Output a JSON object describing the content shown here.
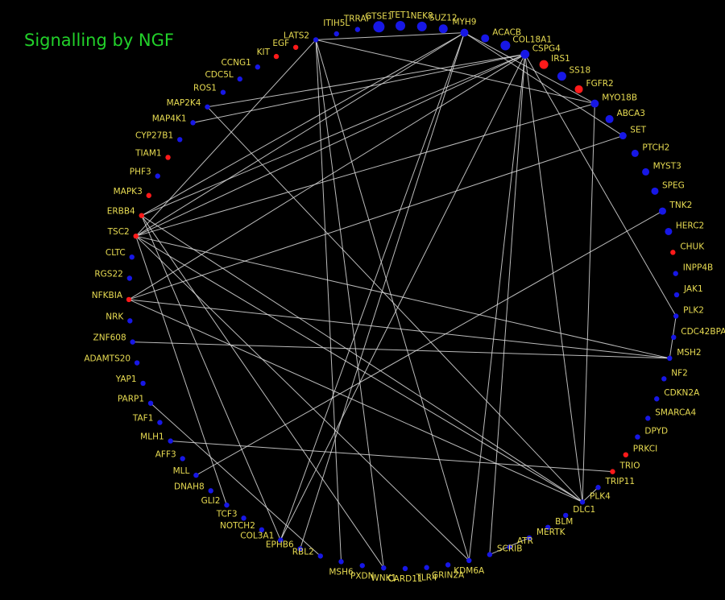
{
  "title": "Signalling by NGF",
  "colors": {
    "background": "#000000",
    "title": "#22d12a",
    "label": "#e8dc52",
    "node_default": "#1717e6",
    "node_highlight": "#ff1a1a",
    "edge": "#dcdcdc"
  },
  "nodes": [
    {
      "id": "GTSE1",
      "color": "blue"
    },
    {
      "id": "TET1",
      "color": "blue"
    },
    {
      "id": "NEK8",
      "color": "blue"
    },
    {
      "id": "SUZ12",
      "color": "blue"
    },
    {
      "id": "MYH9",
      "color": "blue"
    },
    {
      "id": "ACACB",
      "color": "blue"
    },
    {
      "id": "COL18A1",
      "color": "blue"
    },
    {
      "id": "CSPG4",
      "color": "blue"
    },
    {
      "id": "IRS1",
      "color": "red"
    },
    {
      "id": "SS18",
      "color": "blue"
    },
    {
      "id": "FGFR2",
      "color": "red"
    },
    {
      "id": "MYO18B",
      "color": "blue"
    },
    {
      "id": "ABCA3",
      "color": "blue"
    },
    {
      "id": "SET",
      "color": "blue"
    },
    {
      "id": "PTCH2",
      "color": "blue"
    },
    {
      "id": "MYST3",
      "color": "blue"
    },
    {
      "id": "SPEG",
      "color": "blue"
    },
    {
      "id": "TNK2",
      "color": "blue"
    },
    {
      "id": "HERC2",
      "color": "blue"
    },
    {
      "id": "CHUK",
      "color": "red"
    },
    {
      "id": "INPP4B",
      "color": "blue"
    },
    {
      "id": "JAK1",
      "color": "blue"
    },
    {
      "id": "PLK2",
      "color": "blue"
    },
    {
      "id": "CDC42BPA",
      "color": "blue"
    },
    {
      "id": "MSH2",
      "color": "blue"
    },
    {
      "id": "NF2",
      "color": "blue"
    },
    {
      "id": "CDKN2A",
      "color": "blue"
    },
    {
      "id": "SMARCA4",
      "color": "blue"
    },
    {
      "id": "DPYD",
      "color": "blue"
    },
    {
      "id": "PRKCI",
      "color": "red"
    },
    {
      "id": "TRIO",
      "color": "red"
    },
    {
      "id": "TRIP11",
      "color": "blue"
    },
    {
      "id": "PLK4",
      "color": "blue"
    },
    {
      "id": "DLC1",
      "color": "blue"
    },
    {
      "id": "BLM",
      "color": "blue"
    },
    {
      "id": "MERTK",
      "color": "blue"
    },
    {
      "id": "ATR",
      "color": "blue"
    },
    {
      "id": "SCRIB",
      "color": "blue"
    },
    {
      "id": "KDM6A",
      "color": "blue"
    },
    {
      "id": "GRIN2A",
      "color": "blue"
    },
    {
      "id": "TLR4",
      "color": "blue"
    },
    {
      "id": "CARD11",
      "color": "blue"
    },
    {
      "id": "WNK1",
      "color": "blue"
    },
    {
      "id": "PXDN",
      "color": "blue"
    },
    {
      "id": "MSH6",
      "color": "blue"
    },
    {
      "id": "RBL2",
      "color": "blue"
    },
    {
      "id": "EPHB6",
      "color": "blue"
    },
    {
      "id": "COL3A1",
      "color": "blue"
    },
    {
      "id": "NOTCH2",
      "color": "blue"
    },
    {
      "id": "TCF3",
      "color": "blue"
    },
    {
      "id": "GLI2",
      "color": "blue"
    },
    {
      "id": "DNAH8",
      "color": "blue"
    },
    {
      "id": "MLL",
      "color": "blue"
    },
    {
      "id": "AFF3",
      "color": "blue"
    },
    {
      "id": "MLH1",
      "color": "blue"
    },
    {
      "id": "TAF1",
      "color": "blue"
    },
    {
      "id": "PARP1",
      "color": "blue"
    },
    {
      "id": "YAP1",
      "color": "blue"
    },
    {
      "id": "ADAMTS20",
      "color": "blue"
    },
    {
      "id": "ZNF608",
      "color": "blue"
    },
    {
      "id": "NRK",
      "color": "blue"
    },
    {
      "id": "NFKBIA",
      "color": "red"
    },
    {
      "id": "RGS22",
      "color": "blue"
    },
    {
      "id": "CLTC",
      "color": "blue"
    },
    {
      "id": "TSC2",
      "color": "red"
    },
    {
      "id": "ERBB4",
      "color": "red"
    },
    {
      "id": "MAPK3",
      "color": "red"
    },
    {
      "id": "PHF3",
      "color": "blue"
    },
    {
      "id": "TIAM1",
      "color": "red"
    },
    {
      "id": "CYP27B1",
      "color": "blue"
    },
    {
      "id": "MAP4K1",
      "color": "blue"
    },
    {
      "id": "MAP2K4",
      "color": "blue"
    },
    {
      "id": "ROS1",
      "color": "blue"
    },
    {
      "id": "CDC5L",
      "color": "blue"
    },
    {
      "id": "CCNG1",
      "color": "blue"
    },
    {
      "id": "KIT",
      "color": "red"
    },
    {
      "id": "EGF",
      "color": "red"
    },
    {
      "id": "LATS2",
      "color": "blue"
    },
    {
      "id": "ITIH5L",
      "color": "blue"
    },
    {
      "id": "TRRAP",
      "color": "blue"
    }
  ],
  "edges": [
    [
      "CSPG4",
      "ERBB4"
    ],
    [
      "CSPG4",
      "TSC2"
    ],
    [
      "CSPG4",
      "NFKBIA"
    ],
    [
      "CSPG4",
      "MAP4K1"
    ],
    [
      "CSPG4",
      "PLK4"
    ],
    [
      "CSPG4",
      "KDM6A"
    ],
    [
      "CSPG4",
      "SCRIB"
    ],
    [
      "CSPG4",
      "COL3A1"
    ],
    [
      "CSPG4",
      "PLK2"
    ],
    [
      "CSPG4",
      "MAP2K4"
    ],
    [
      "MYH9",
      "ERBB4"
    ],
    [
      "MYH9",
      "TSC2"
    ],
    [
      "MYH9",
      "EPHB6"
    ],
    [
      "MYH9",
      "MYO18B"
    ],
    [
      "MYH9",
      "LATS2"
    ],
    [
      "MYH9",
      "COL3A1"
    ],
    [
      "MYH9",
      "SET"
    ],
    [
      "LATS2",
      "WNK1"
    ],
    [
      "LATS2",
      "MSH6"
    ],
    [
      "LATS2",
      "KDM6A"
    ],
    [
      "LATS2",
      "MYO18B"
    ],
    [
      "LATS2",
      "TSC2"
    ],
    [
      "MYO18B",
      "TSC2"
    ],
    [
      "MYO18B",
      "PLK4"
    ],
    [
      "SET",
      "NFKBIA"
    ],
    [
      "MAP2K4",
      "PLK4"
    ],
    [
      "ERBB4",
      "PLK4"
    ],
    [
      "ERBB4",
      "COL3A1"
    ],
    [
      "ERBB4",
      "WNK1"
    ],
    [
      "TSC2",
      "PLK4"
    ],
    [
      "TSC2",
      "MSH2"
    ],
    [
      "TSC2",
      "GLI2"
    ],
    [
      "TSC2",
      "KDM6A"
    ],
    [
      "NFKBIA",
      "MSH2"
    ],
    [
      "NFKBIA",
      "PLK4"
    ],
    [
      "TNK2",
      "MLL"
    ],
    [
      "ZNF608",
      "MSH2"
    ],
    [
      "PARP1",
      "RBL2"
    ],
    [
      "MLH1",
      "TRIO"
    ],
    [
      "SCRIB",
      "MERTK"
    ],
    [
      "PLK4",
      "TRIP11"
    ],
    [
      "PLK2",
      "MSH2"
    ]
  ]
}
